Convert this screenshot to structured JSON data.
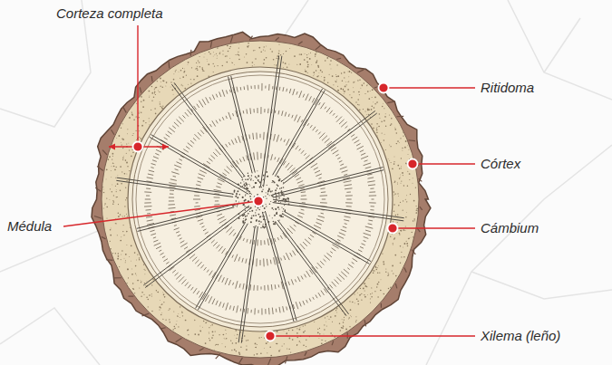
{
  "diagram": {
    "labels": [
      "Corteza completa",
      "Ritidoma",
      "Córtex",
      "Médula",
      "Cámbium",
      "Xilema (leño)"
    ]
  }
}
